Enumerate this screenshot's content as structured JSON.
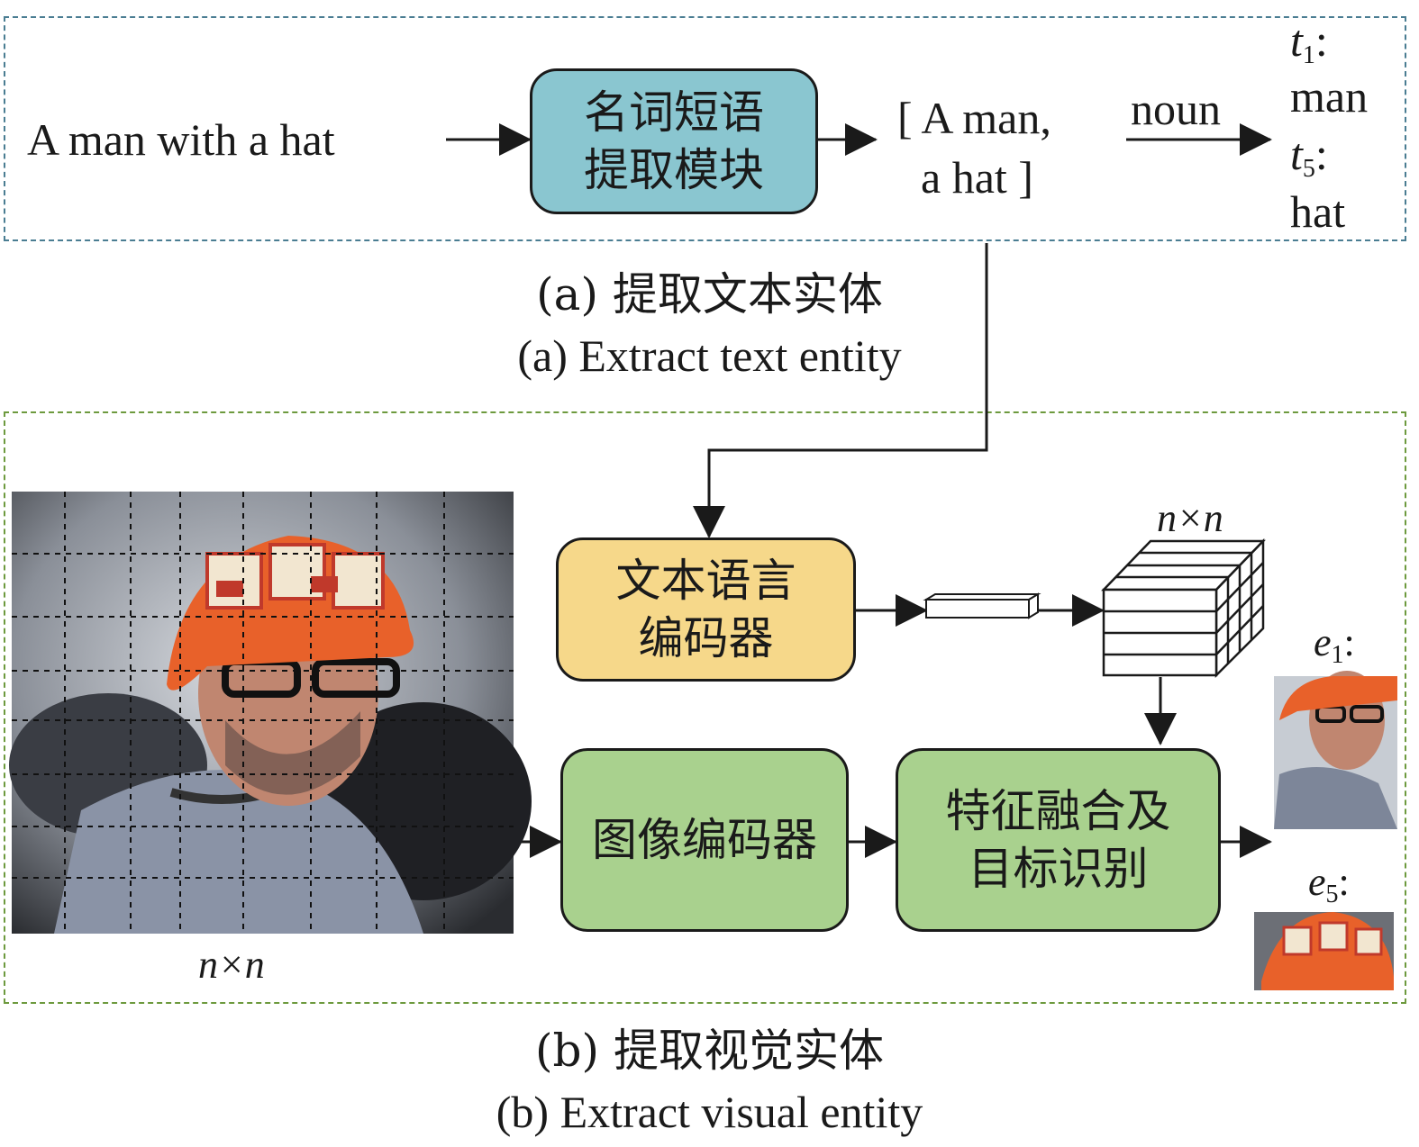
{
  "part_a": {
    "input_sentence": "A man with a hat",
    "module_line1": "名词短语",
    "module_line2": "提取模块",
    "phrases_line1": "[ A man,",
    "phrases_line2": "a hat ]",
    "arrow_label": "noun",
    "entity1_sym": "t",
    "entity1_sub": "1",
    "entity1_word": "man",
    "entity2_sym": "t",
    "entity2_sub": "5",
    "entity2_word": "hat",
    "caption_cn": "(a) 提取文本实体",
    "caption_en": "(a) Extract text entity"
  },
  "part_b": {
    "text_encoder_line1": "文本语言",
    "text_encoder_line2": "编码器",
    "image_encoder": "图像编码器",
    "fusion_line1": "特征融合及",
    "fusion_line2": "目标识别",
    "grid_label_top": "n×n",
    "grid_label_image": "n×n",
    "out1_sym": "e",
    "out1_sub": "1",
    "out2_sym": "e",
    "out2_sub": "5",
    "caption_cn": "(b) 提取视觉实体",
    "caption_en": "(b) Extract visual entity"
  },
  "colors": {
    "noun_module": "#8ac6d0",
    "text_encoder": "#f6d88a",
    "green_boxes": "#a9d18e",
    "frame_a": "#4a7d92",
    "frame_b": "#6d9a3e"
  }
}
